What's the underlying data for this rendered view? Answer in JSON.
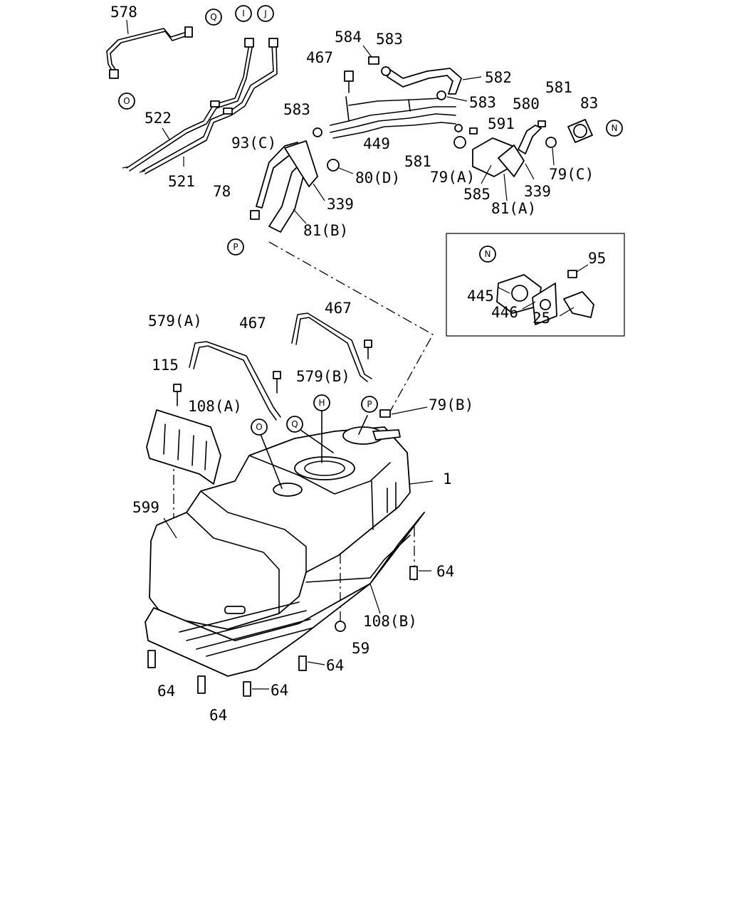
{
  "part_labels": [
    "578",
    "584",
    "583",
    "467",
    "582",
    "583",
    "583",
    "581",
    "580",
    "83",
    "522",
    "591",
    "449",
    "93(C)",
    "581",
    "79(A)",
    "79(C)",
    "80(D)",
    "585",
    "339",
    "339",
    "521",
    "78",
    "81(A)",
    "81(B)",
    "95",
    "445",
    "446",
    "25",
    "467",
    "579(A)",
    "467",
    "115",
    "579(B)",
    "79(B)",
    "108(A)",
    "1",
    "599",
    "64",
    "108(B)",
    "59",
    "64",
    "64",
    "64",
    "64"
  ],
  "connectors": [
    "Q",
    "I",
    "J",
    "O",
    "N",
    "P",
    "N",
    "H",
    "Q",
    "P",
    "O"
  ],
  "inset_frame": true
}
